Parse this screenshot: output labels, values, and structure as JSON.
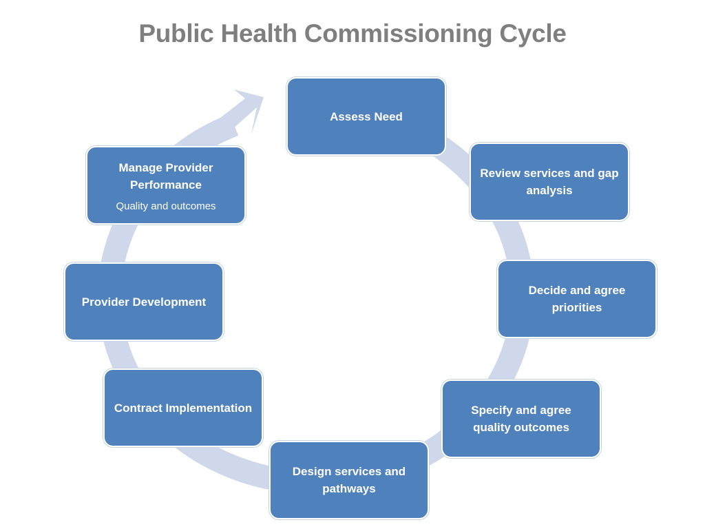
{
  "slide": {
    "title": "Public Health Commissioning Cycle"
  },
  "colors": {
    "node_fill": "#4f81bd",
    "node_text": "#ffffff",
    "ring": "#cfd8ea",
    "title": "#7f7f7f"
  },
  "cycle": {
    "steps": [
      {
        "label": "Assess Need"
      },
      {
        "label": "Review services and gap analysis"
      },
      {
        "label": "Decide and agree priorities"
      },
      {
        "label": "Specify and agree quality outcomes"
      },
      {
        "label": "Design services and pathways"
      },
      {
        "label": "Contract Implementation"
      },
      {
        "label": "Provider Development"
      },
      {
        "label": "Manage Provider Performance",
        "sublabel": "Quality and outcomes"
      }
    ]
  }
}
